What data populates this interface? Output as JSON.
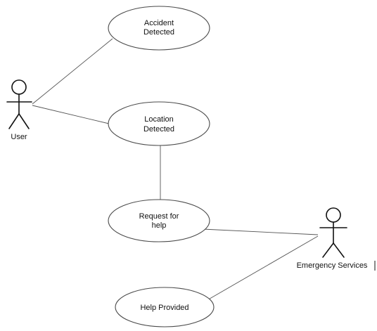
{
  "diagram": {
    "actors": [
      {
        "id": "user",
        "label": "User"
      },
      {
        "id": "emergency",
        "label": "Emergency Services"
      }
    ],
    "use_cases": [
      {
        "id": "accident",
        "lines": [
          "Accident",
          "Detected"
        ]
      },
      {
        "id": "location",
        "lines": [
          "Location",
          "Detected"
        ]
      },
      {
        "id": "request",
        "lines": [
          "Request for",
          "help"
        ]
      },
      {
        "id": "provided",
        "lines": [
          "Help Provided"
        ]
      }
    ],
    "associations": [
      {
        "from": "user",
        "to": "accident"
      },
      {
        "from": "user",
        "to": "location"
      },
      {
        "from": "location",
        "to": "request"
      },
      {
        "from": "request",
        "to": "emergency"
      },
      {
        "from": "emergency",
        "to": "provided"
      }
    ]
  }
}
